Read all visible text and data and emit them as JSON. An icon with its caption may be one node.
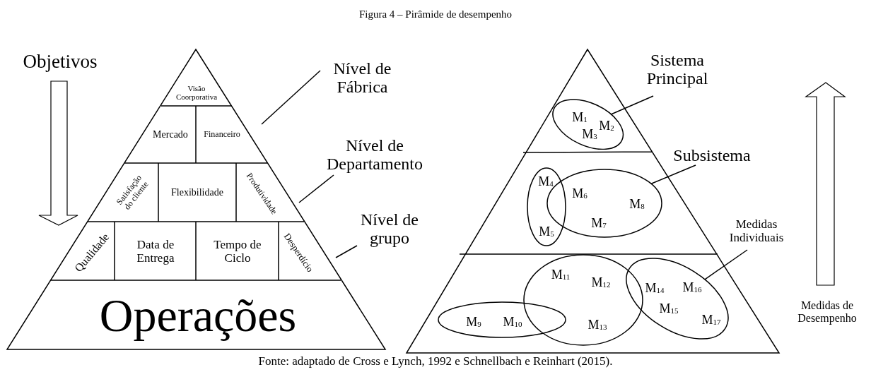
{
  "diagram": {
    "title": "Figura 4 – Pirâmide de desempenho",
    "caption": "Fonte: adaptado de Cross e Lynch, 1992 e Schnellbach e Reinhart (2015).",
    "nodes": [
      {
        "text": [
          "Visão Coorporativa"
        ]
      },
      {
        "text": [
          "Mercado"
        ]
      },
      {
        "text": [
          "Financeiro"
        ]
      },
      {
        "text": [
          "Satisfação do cliente"
        ]
      },
      {
        "text": [
          "Flexibilidade"
        ]
      },
      {
        "text": [
          "Produtividade"
        ]
      },
      {
        "text": [
          "Qualidade"
        ]
      },
      {
        "text": [
          "Data de Entrega"
        ]
      },
      {
        "text": [
          "Tempo de Ciclo"
        ]
      },
      {
        "text": [
          "Desperdício"
        ]
      },
      {
        "text": [
          "Operações"
        ]
      },
      {
        "text": [
          "Nível de Fábrica"
        ]
      },
      {
        "text": [
          "Nível de Departamento"
        ]
      },
      {
        "text": [
          "Nível de grupo"
        ]
      },
      {
        "text": [
          "Sistema Principal"
        ]
      },
      {
        "text": [
          "M$_{1}$",
          "M$_{2}$",
          "M$_{3}$"
        ]
      },
      {
        "text": [
          "Subsistema"
        ]
      },
      {
        "text": [
          "M$_{4}$",
          "M$_{5}$"
        ]
      },
      {
        "text": [
          "M$_{6}$",
          "M$_{8}$",
          "M$_{7}$"
        ]
      },
      {
        "text": [
          "Medidas Individuais"
        ]
      },
      {
        "text": [
          "M$_{11}$",
          "M$_{12}$",
          "M$_{13}$"
        ]
      },
      {
        "text": [
          "M$_{14}$",
          "M$_{16}$",
          "M$_{15}$",
          "M$_{17}$"
        ]
      },
      {
        "text": [
          "M$_{9}$",
          "M$_{10}$"
        ]
      }
    ],
    "edges": [
      {
        "from": 11,
        "to": null,
        "arrow": "none"
      },
      {
        "from": 12,
        "to": null,
        "arrow": "none"
      },
      {
        "from": 13,
        "to": null,
        "arrow": "none"
      },
      {
        "from": 14,
        "to": 15,
        "arrow": "none"
      },
      {
        "from": 16,
        "to": 18,
        "arrow": "none"
      },
      {
        "from": 19,
        "to": 21,
        "arrow": "none"
      }
    ],
    "labels": [
      "Objetivos",
      "Medidas de Desempenho"
    ]
  }
}
